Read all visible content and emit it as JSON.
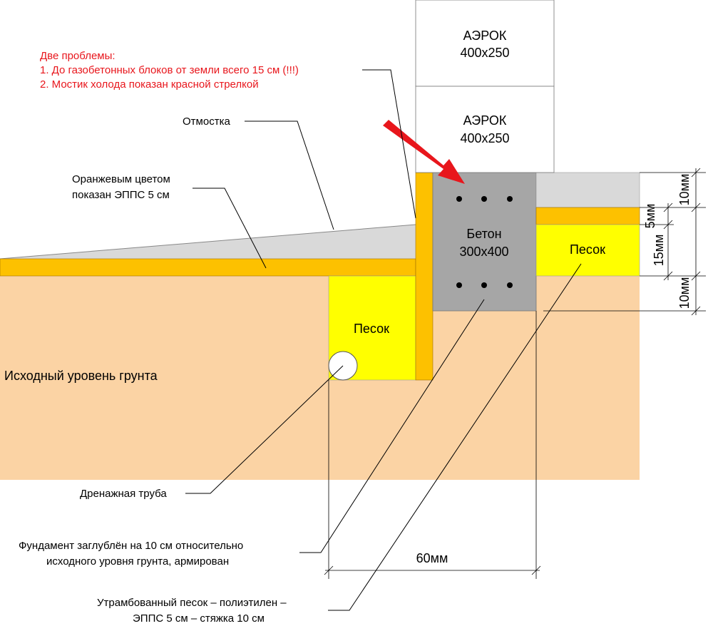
{
  "colors": {
    "soil": "#fbd3a4",
    "xps": "#fdc100",
    "sand": "#ffff00",
    "concrete": "#a6a6a6",
    "paving": "#d9d9d9",
    "aerok": "#ffffff",
    "arrow": "#e8161c",
    "text": "#000000",
    "note": "#e8161c"
  },
  "notes": {
    "title": "Две проблемы:",
    "line1": "1. До газобетонных блоков от земли всего 15 см (!!!)",
    "line2": "2. Мостик холода показан красной стрелкой"
  },
  "blocks": {
    "top": {
      "name": "АЭРОК",
      "size": "400x250"
    },
    "bottom": {
      "name": "АЭРОК",
      "size": "400x250"
    },
    "concrete": {
      "name": "Бетон",
      "size": "300x400"
    }
  },
  "labels": {
    "otmostka": "Отмостка",
    "xps_line1": "Оранжевым цветом",
    "xps_line2": "показан ЭППС 5 см",
    "ground": "Исходный уровень грунта",
    "sand_left": "Песок",
    "sand_right": "Песок",
    "drain": "Дренажная труба",
    "foundation_line1": "Фундамент заглублён на 10 см относительно",
    "foundation_line2": "исходного уровня грунта, армирован",
    "compacted_line1": "Утрамбованный песок – полиэтилен –",
    "compacted_line2": "ЭППС 5 см – стяжка 10 см"
  },
  "dimensions": {
    "d1": "10мм",
    "d2": "5мм",
    "d3": "15мм",
    "d4": "10мм",
    "width": "60мм"
  }
}
